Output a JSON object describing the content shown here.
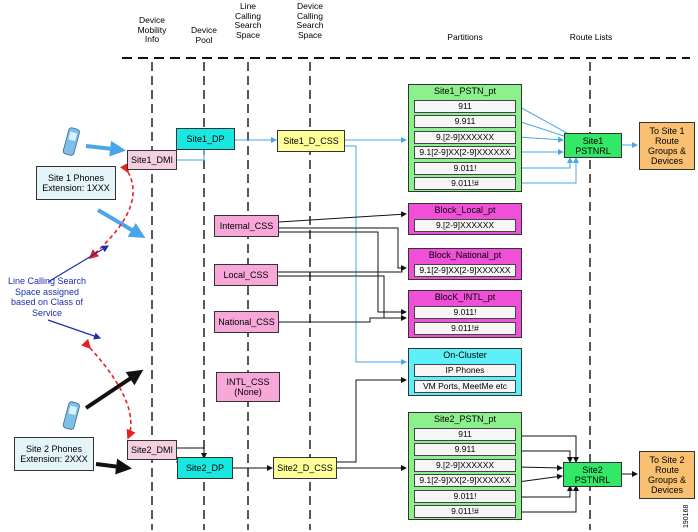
{
  "headers": {
    "dmi": "Device\nMobility\nInfo",
    "pool": "Device\nPool",
    "line_css": "Line\nCalling\nSearch\nSpace",
    "device_css": "Device\nCalling\nSearch\nSpace",
    "partitions": "Partitions",
    "route_lists": "Route Lists"
  },
  "site1_phones": {
    "line1": "Site 1 Phones",
    "line2": "Extension: 1XXX"
  },
  "site2_phones": {
    "line1": "Site 2 Phones",
    "line2": "Extension: 2XXX"
  },
  "site1_dmi": "Site1_DMI",
  "site2_dmi": "Site2_DMI",
  "site1_dp": "Site1_DP",
  "site2_dp": "Site2_DP",
  "site1_d_css": "Site1_D_CSS",
  "site2_d_css": "Site2_D_CSS",
  "line_css": {
    "internal": "Internal_CSS",
    "local": "Local_CSS",
    "national": "National_CSS",
    "intl": "INTL_CSS\n(None)"
  },
  "annotation": "Line Calling Search\nSpace assigned\nbased on Class of\nService",
  "partitions": {
    "site1_pstn": {
      "title": "Site1_PSTN_pt",
      "items": [
        "911",
        "9.911",
        "9.[2-9]XXXXXX",
        "9.1[2-9]XX[2-9]XXXXXX",
        "9.011!",
        "9.011!#"
      ]
    },
    "block_local": {
      "title": "Block_Local_pt",
      "items": [
        "9.[2-9]XXXXXX"
      ]
    },
    "block_national": {
      "title": "Block_National_pt",
      "items": [
        "9.1[2-9]XX[2-9]XXXXXX"
      ]
    },
    "block_intl": {
      "title": "BlocK_INTL_pt",
      "items": [
        "9.011!",
        "9.011!#"
      ]
    },
    "on_cluster": {
      "title": "On-Cluster",
      "items": [
        "IP Phones",
        "VM Ports, MeetMe etc"
      ]
    },
    "site2_pstn": {
      "title": "Site2_PSTN_pt",
      "items": [
        "911",
        "9.911",
        "9.[2-9]XXXXXX",
        "9.1[2-9]XX[2-9]XXXXXX",
        "9.011!",
        "9.011!#"
      ]
    }
  },
  "route_lists": {
    "site1": "Site1\nPSTNRL",
    "site2": "Site2\nPSTNRL"
  },
  "destinations": {
    "site1": "To Site 1\nRoute\nGroups &\nDevices",
    "site2": "To Site 2\nRoute\nGroups &\nDevices"
  },
  "figure_number": "190168",
  "colors": {
    "dmi": "#f4cfe0",
    "pool": "#19e8e0",
    "device_css": "#ffff99",
    "line_css": "#f7a8d8",
    "pstn_partition": "#8cf08c",
    "block_partition": "#f050d8",
    "on_cluster": "#5ef0f8",
    "route_list": "#33e866",
    "destination": "#f8c070",
    "phone_box": "#e4f4f8",
    "blue_link": "#4aa6e8",
    "red_dashed": "#e82020",
    "annotation": "#1a2fb0"
  }
}
